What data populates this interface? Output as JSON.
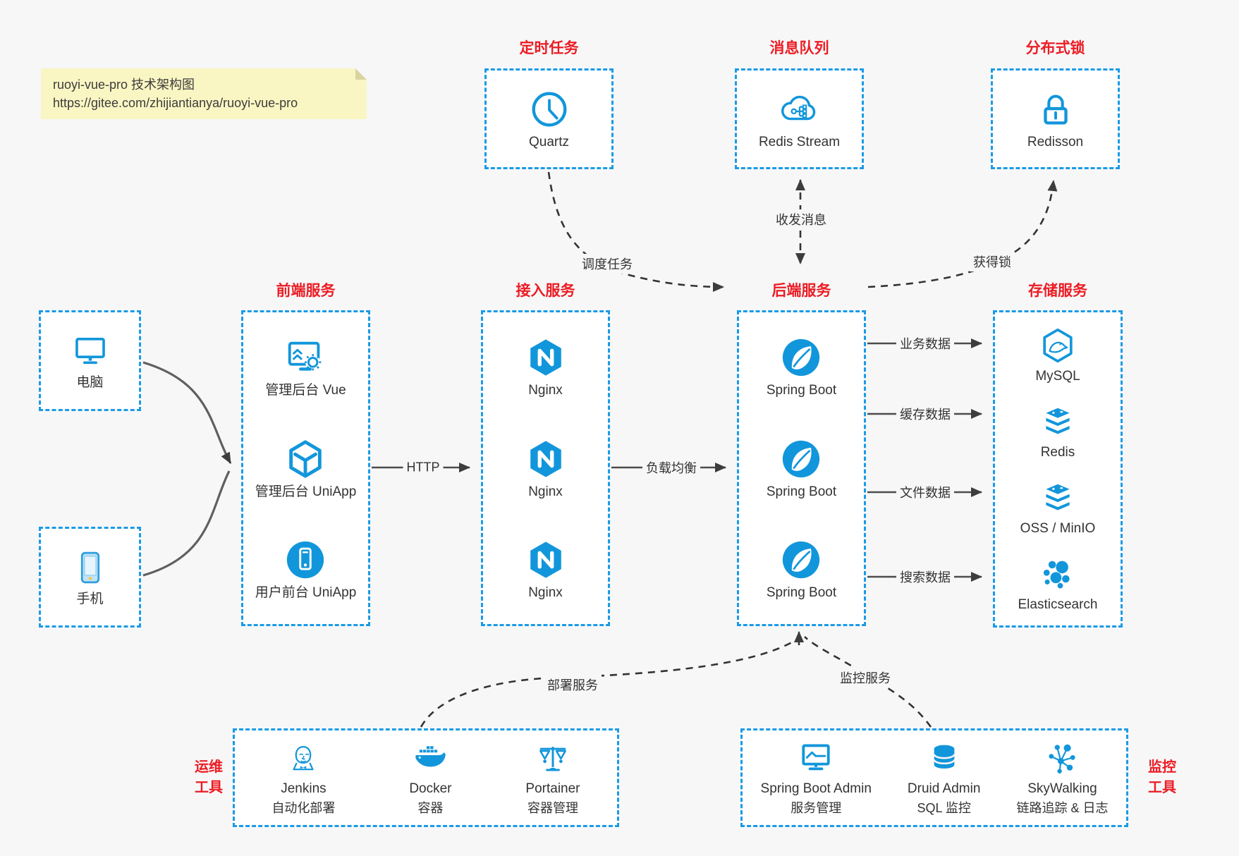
{
  "colors": {
    "icon_blue": "#1296db",
    "border_blue": "#1a9be6",
    "header_red": "#ec1c24",
    "text": "#333333",
    "note_bg": "#faf6c3",
    "canvas_bg": "#f7f7f8",
    "arrow_gray": "#4c4c4c",
    "dashed_arrow": "#333333"
  },
  "note": {
    "line1": "ruoyi-vue-pro 技术架构图",
    "line2": "https://gitee.com/zhijiantianya/ruoyi-vue-pro"
  },
  "top_services": [
    {
      "title": "定时任务",
      "icon": "clock-icon",
      "label": "Quartz"
    },
    {
      "title": "消息队列",
      "icon": "cloud-network-icon",
      "label": "Redis Stream"
    },
    {
      "title": "分布式锁",
      "icon": "lock-icon",
      "label": "Redisson"
    }
  ],
  "clients": [
    {
      "icon": "desktop-icon",
      "label": "电脑"
    },
    {
      "icon": "smartphone-icon",
      "label": "手机"
    }
  ],
  "sections": {
    "frontend": {
      "title": "前端服务",
      "items": [
        {
          "icon": "admin-browser-icon",
          "label": "管理后台 Vue"
        },
        {
          "icon": "cube-icon",
          "label": "管理后台 UniApp"
        },
        {
          "icon": "mobile-app-icon",
          "label": "用户前台 UniApp"
        }
      ]
    },
    "access": {
      "title": "接入服务",
      "items": [
        {
          "icon": "nginx-icon",
          "label": "Nginx"
        },
        {
          "icon": "nginx-icon",
          "label": "Nginx"
        },
        {
          "icon": "nginx-icon",
          "label": "Nginx"
        }
      ]
    },
    "backend": {
      "title": "后端服务",
      "items": [
        {
          "icon": "spring-boot-icon",
          "label": "Spring Boot"
        },
        {
          "icon": "spring-boot-icon",
          "label": "Spring Boot"
        },
        {
          "icon": "spring-boot-icon",
          "label": "Spring Boot"
        }
      ]
    },
    "storage": {
      "title": "存储服务",
      "items": [
        {
          "icon": "mysql-icon",
          "label": "MySQL"
        },
        {
          "icon": "redis-stack-icon",
          "label": "Redis"
        },
        {
          "icon": "oss-stack-icon",
          "label": "OSS / MinIO"
        },
        {
          "icon": "elasticsearch-icon",
          "label": "Elasticsearch"
        }
      ]
    }
  },
  "ops": {
    "title_lines": [
      "运维",
      "工具"
    ],
    "items": [
      {
        "icon": "jenkins-icon",
        "label": "Jenkins",
        "sublabel": "自动化部署"
      },
      {
        "icon": "docker-icon",
        "label": "Docker",
        "sublabel": "容器"
      },
      {
        "icon": "portainer-icon",
        "label": "Portainer",
        "sublabel": "容器管理"
      }
    ]
  },
  "monitoring": {
    "title_lines": [
      "监控",
      "工具"
    ],
    "items": [
      {
        "icon": "spring-boot-admin-icon",
        "label": "Spring Boot Admin",
        "sublabel": "服务管理"
      },
      {
        "icon": "druid-icon",
        "label": "Druid Admin",
        "sublabel": "SQL 监控"
      },
      {
        "icon": "skywalking-icon",
        "label": "SkyWalking",
        "sublabel": "链路追踪 & 日志"
      }
    ]
  },
  "edges": {
    "http": "HTTP",
    "load_balance": "负载均衡",
    "business_data": "业务数据",
    "cache_data": "缓存数据",
    "file_data": "文件数据",
    "search_data": "搜索数据",
    "schedule": "调度任务",
    "messaging": "收发消息",
    "acquire_lock": "获得锁",
    "deploy": "部署服务",
    "monitor": "监控服务"
  }
}
